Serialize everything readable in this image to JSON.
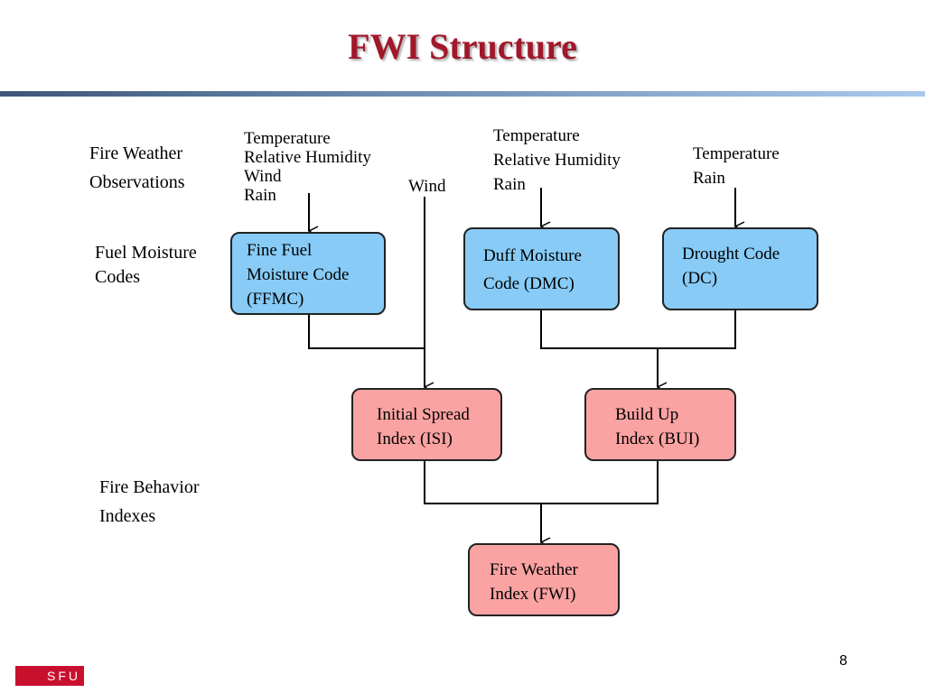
{
  "slide": {
    "title": "FWI Structure",
    "page_number": "8",
    "logo_text": "SFU"
  },
  "row_labels": {
    "observations": [
      "Fire Weather",
      "Observations"
    ],
    "fuel_codes": [
      "Fuel Moisture",
      "Codes"
    ],
    "behavior": [
      "Fire Behavior",
      "Indexes"
    ]
  },
  "inputs": {
    "ffmc": [
      "Temperature",
      "Relative Humidity",
      "Wind",
      "Rain"
    ],
    "isi_wind": "Wind",
    "dmc": [
      "Temperature",
      "Relative Humidity",
      "Rain"
    ],
    "dc": [
      "Temperature",
      "Rain"
    ]
  },
  "nodes": {
    "ffmc": [
      "Fine Fuel",
      "Moisture Code",
      "(FFMC)"
    ],
    "dmc": [
      "Duff Moisture",
      "Code (DMC)"
    ],
    "dc": [
      "Drought Code",
      "(DC)"
    ],
    "isi": [
      "Initial Spread",
      "Index (ISI)"
    ],
    "bui": [
      "Build Up",
      "Index (BUI)"
    ],
    "fwi": [
      "Fire Weather",
      "Index (FWI)"
    ]
  },
  "colors": {
    "title": "#a0182a",
    "moisture_code_fill": "#87cbf6",
    "index_fill": "#fba2a2",
    "logo": "#c8102e"
  }
}
